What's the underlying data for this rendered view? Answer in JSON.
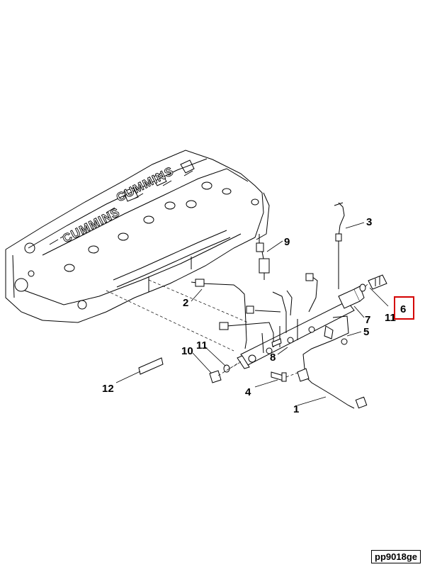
{
  "diagram": {
    "engine_brand": "CUMMINS",
    "reference_code": "pp9018ge",
    "highlight_color": "#d40000",
    "callouts": {
      "c1": "1",
      "c2": "2",
      "c3": "3",
      "c4": "4",
      "c5": "5",
      "c6": "6",
      "c7": "7",
      "c8": "8",
      "c9": "9",
      "c10": "10",
      "c11a": "11",
      "c11b": "11",
      "c12": "12"
    },
    "highlighted_callout": "6"
  }
}
